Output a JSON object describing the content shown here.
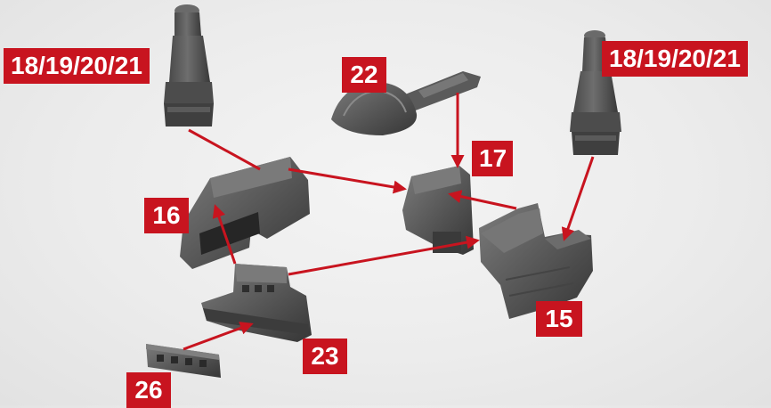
{
  "labels": {
    "part_a": "18/19/20/21",
    "part_b": "18/19/20/21",
    "part_22": "22",
    "part_17": "17",
    "part_16": "16",
    "part_15": "15",
    "part_23": "23",
    "part_26": "26"
  },
  "colors": {
    "label_bg": "#c8141f",
    "label_text": "#ffffff",
    "arrow": "#c8141f",
    "part_dark": "#3e3e3e",
    "part_mid": "#5c5c5c",
    "part_light": "#7a7a7a"
  }
}
